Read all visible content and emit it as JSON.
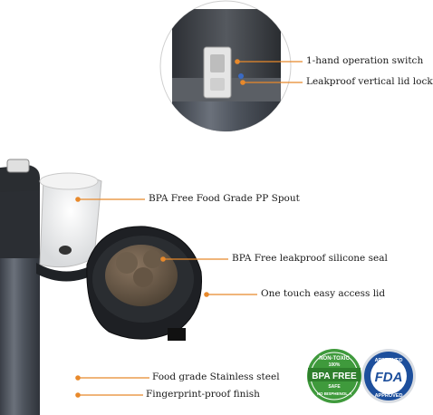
{
  "callouts": {
    "switch": "1-hand operation switch",
    "lock": "Leakproof vertical lid lock",
    "spout": "BPA Free Food Grade PP Spout",
    "seal": "BPA Free leakproof silicone seal",
    "lid": "One touch easy access lid",
    "steel": "Food grade Stainless steel",
    "finish": "Fingerprint-proof finish"
  },
  "bpa_badge": {
    "top": "NON-TOXIC",
    "percent": "100%",
    "main": "BPA FREE",
    "safe": "SAFE",
    "bottom": "NO BISPHENOL A"
  },
  "fda_badge": {
    "top": "APPROVED",
    "main": "FDA",
    "bottom": "APPROVED"
  },
  "colors": {
    "leader": "#e8892b",
    "body_steel": "#4a505a",
    "bpa_green": "#3f9a3c",
    "fda_blue": "#1d4f9c"
  }
}
